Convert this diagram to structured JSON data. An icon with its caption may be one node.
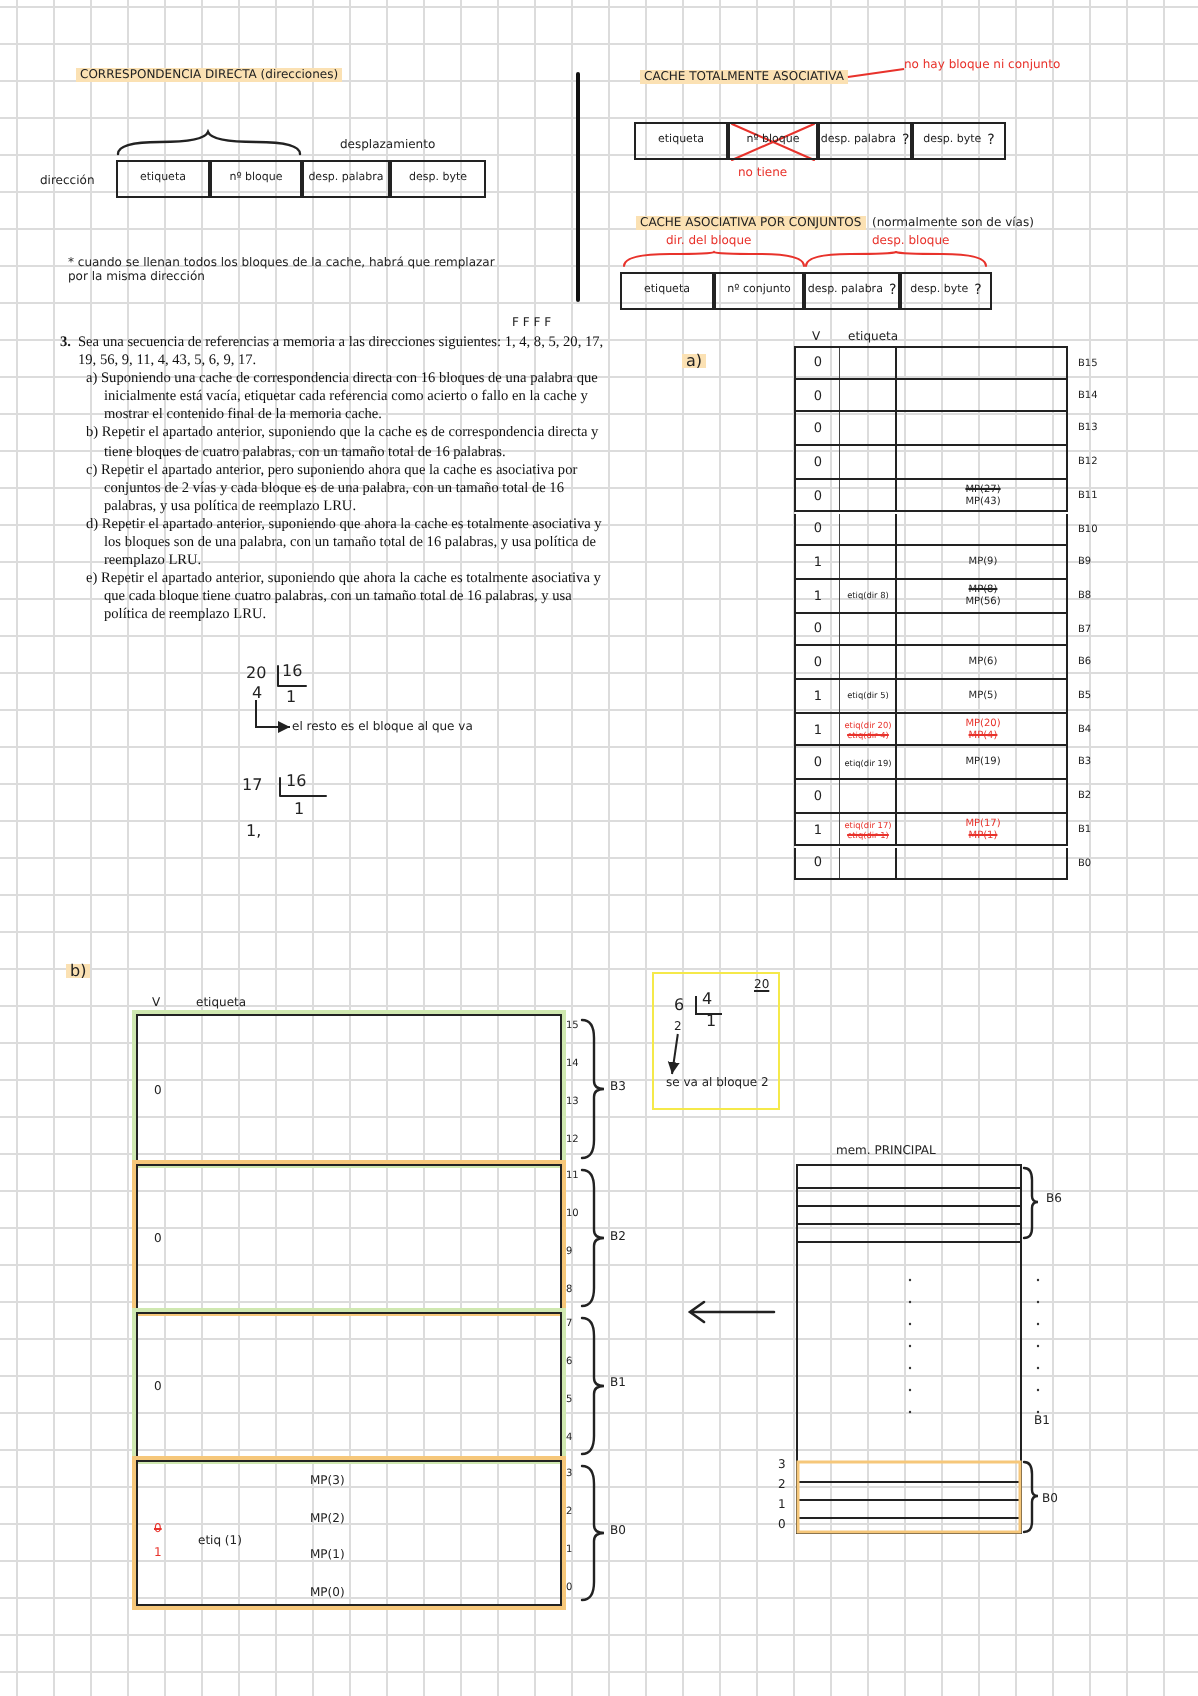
{
  "diagram": {
    "nodes": [
      {
        "text": [
          "CACHE TOTALMENTE ASOCIATIVA"
        ]
      },
      {
        "text": [
          "no hay bloque ni conjunto"
        ]
      },
      {
        "text": [
          "etiqueta"
        ]
      },
      {
        "text": [
          "nº bloque"
        ]
      },
      {
        "text": [
          "desp. palabra"
        ]
      },
      {
        "text": [
          "desp. byte"
        ]
      },
      {
        "text": [
          "etiqueta"
        ]
      },
      {
        "text": [
          "nº bloque"
        ]
      },
      {
        "text": [
          "desp. palabra",
          "?"
        ]
      },
      {
        "text": [
          "desp. byte",
          "?"
        ]
      },
      {
        "text": [
          "etiqueta"
        ]
      },
      {
        "text": [
          "nº conjunto"
        ]
      },
      {
        "text": [
          "desp. palabra",
          "?"
        ]
      },
      {
        "text": [
          "desp. byte",
          "?"
        ]
      },
      {
        "text": [
          "0"
        ],
        "beside": [
          "B15"
        ]
      },
      {
        "text": [
          "0"
        ],
        "beside": [
          "B14"
        ]
      },
      {
        "text": [
          "0"
        ],
        "beside": [
          "B13"
        ]
      },
      {
        "text": [
          "0"
        ],
        "beside": [
          "B12"
        ]
      },
      {
        "text": [
          "0",
          "MP(27)",
          "MP(43)"
        ],
        "beside": [
          "B11"
        ]
      },
      {
        "text": [
          "0"
        ],
        "beside": [
          "B10"
        ]
      },
      {
        "text": [
          "1",
          "MP(9)"
        ],
        "beside": [
          "B9"
        ]
      },
      {
        "text": [
          "1",
          "etiq(dir 8)",
          "MP(8)",
          "MP(56)"
        ],
        "beside": [
          "B8"
        ]
      },
      {
        "text": [
          "0"
        ],
        "beside": [
          "B7"
        ]
      },
      {
        "text": [
          "0",
          "MP(6)"
        ],
        "beside": [
          "B6"
        ]
      },
      {
        "text": [
          "1",
          "etiq(dir 5)",
          "MP(5)"
        ],
        "beside": [
          "B5"
        ]
      },
      {
        "text": [
          "1",
          "etiq(dir 20)",
          "etiq(dir 4)",
          "MP(20)",
          "MP(4)"
        ],
        "beside": [
          "B4"
        ]
      },
      {
        "text": [
          "0",
          "etiq(dir 19)",
          "MP(19)"
        ],
        "beside": [
          "B3"
        ]
      },
      {
        "text": [
          "0"
        ],
        "beside": [
          "B2"
        ]
      },
      {
        "text": [
          "1",
          "etiq(dir 17)",
          "etiq(dir 1)",
          "MP(17)",
          "MP(1)"
        ],
        "beside": [
          "B1"
        ]
      },
      {
        "text": [
          "0"
        ],
        "beside": [
          "B0"
        ]
      },
      {
        "text": [
          "4"
        ]
      },
      {
        "text": [
          "el resto es el bloque al que va"
        ]
      },
      {
        "text": [
          "20",
          "6",
          "4",
          "1"
        ]
      },
      {
        "text": [
          "2"
        ],
        "in": 32
      },
      {
        "text": [
          "se va al bloque 2"
        ],
        "in": 32
      },
      {
        "text": [
          "0"
        ]
      },
      {
        "text": [
          "0"
        ]
      },
      {
        "text": [
          "0"
        ]
      },
      {
        "text": [
          "0",
          "1",
          "etiq (1)",
          "MP(3)",
          "MP(2)",
          "MP(1)",
          "MP(0)"
        ]
      },
      {
        "text": [
          "mem. PRINCIPAL"
        ],
        "beside": [
          "B6",
          "B1",
          "B0"
        ]
      }
    ],
    "edges": [
      {
        "from": 0,
        "to": 1,
        "arrow": "none",
        "color": "#e8322b"
      },
      {
        "from": 30,
        "to": 31,
        "arrow": "to"
      },
      {
        "from": 33,
        "to": 34,
        "arrow": "to"
      }
    ],
    "labels": [
      "CORRESPONDENCIA DIRECTA (direcciones)",
      "dirección",
      "desplazamiento",
      "* cuando se llenan todos los bloques de la cache, habrá que remplazar por la misma dirección",
      "no tiene",
      "CACHE ASOCIATIVA POR CONJUNTOS",
      "(normalmente son de vías)",
      "dir. del bloque",
      "desp. bloque",
      "F F F F",
      "3.",
      "Sea una secuencia de referencias a memoria a las direcciones siguientes: 1, 4, 8, 5, 20, 17, 19, 56, 9, 11, 4, 43, 5, 6, 9, 17.",
      "a) Suponiendo una cache de correspondencia directa con 16 bloques de una palabra que inicialmente está vacía, etiquetar cada referencia como acierto o fallo en la cache y mostrar el contenido final de la memoria cache.",
      "b) Repetir el apartado anterior, suponiendo que la cache es de correspondencia directa y tiene bloques de cuatro palabras, con un tamaño total de 16 palabras.",
      "c) Repetir el apartado anterior, pero suponiendo ahora que la cache es asociativa por conjuntos de 2 vías y cada bloque es de una palabra, con un tamaño total de 16 palabras, y usa política de reemplazo LRU.",
      "d) Repetir el apartado anterior, suponiendo que ahora la cache es totalmente asociativa y los bloques son de una palabra, con un tamaño total de 16 palabras, y usa política de reemplazo LRU.",
      "e) Repetir el apartado anterior, suponiendo que ahora la cache es totalmente asociativa y que cada bloque tiene cuatro palabras, con un tamaño total de 16 palabras, y usa política de reemplazo LRU.",
      "a)",
      "V",
      "etiqueta",
      "20",
      "16",
      "1",
      "17",
      "16",
      "1",
      "1,",
      "b)",
      "V",
      "etiqueta",
      "15",
      "14",
      "13",
      "12",
      "11",
      "10",
      "9",
      "8",
      "7",
      "6",
      "5",
      "4",
      "3",
      "2",
      "1",
      "0",
      "B3",
      "B2",
      "B1",
      "B0",
      "3",
      "2",
      "1",
      "0"
    ]
  }
}
